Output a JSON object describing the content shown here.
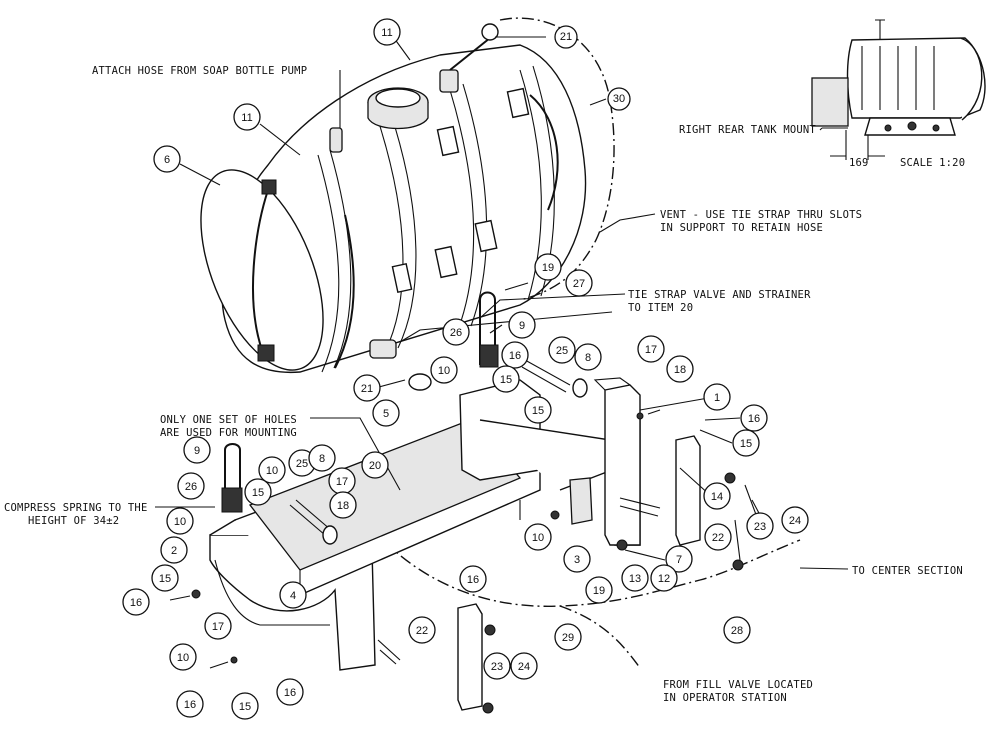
{
  "notes": {
    "soap_hose": "ATTACH HOSE FROM SOAP BOTTLE PUMP",
    "vent_1": "VENT - USE TIE STRAP THRU SLOTS",
    "vent_2": "IN SUPPORT TO RETAIN HOSE",
    "tie_strap_1": "TIE STRAP VALVE AND STRAINER",
    "tie_strap_2": "TO ITEM 20",
    "holes_1": "ONLY ONE SET OF HOLES",
    "holes_2": "ARE USED FOR MOUNTING",
    "compress_1": "COMPRESS SPRING TO THE",
    "compress_2": "HEIGHT OF 34±2",
    "center_section": "TO CENTER SECTION",
    "fill_valve_1": "FROM FILL VALVE LOCATED",
    "fill_valve_2": "IN OPERATOR STATION"
  },
  "inset": {
    "mount_label": "RIGHT REAR TANK MOUNT",
    "dimension": "169",
    "scale": "SCALE  1:20"
  },
  "callouts": [
    "1",
    "2",
    "3",
    "4",
    "5",
    "6",
    "7",
    "8",
    "9",
    "10",
    "11",
    "12",
    "13",
    "14",
    "15",
    "16",
    "17",
    "18",
    "19",
    "20",
    "21",
    "22",
    "23",
    "24",
    "25",
    "26",
    "27",
    "28",
    "29",
    "30"
  ],
  "balloons": [
    {
      "label": "11"
    },
    {
      "label": "21"
    },
    {
      "label": "30"
    },
    {
      "label": "11"
    },
    {
      "label": "6"
    },
    {
      "label": "19"
    },
    {
      "label": "27"
    },
    {
      "label": "9"
    },
    {
      "label": "26"
    },
    {
      "label": "25"
    },
    {
      "label": "16"
    },
    {
      "label": "8"
    },
    {
      "label": "17"
    },
    {
      "label": "18"
    },
    {
      "label": "10"
    },
    {
      "label": "15"
    },
    {
      "label": "21"
    },
    {
      "label": "1"
    },
    {
      "label": "16"
    },
    {
      "label": "15"
    },
    {
      "label": "15"
    },
    {
      "label": "5"
    },
    {
      "label": "9"
    },
    {
      "label": "10"
    },
    {
      "label": "25"
    },
    {
      "label": "8"
    },
    {
      "label": "20"
    },
    {
      "label": "17"
    },
    {
      "label": "26"
    },
    {
      "label": "15"
    },
    {
      "label": "10"
    },
    {
      "label": "18"
    },
    {
      "label": "14"
    },
    {
      "label": "2"
    },
    {
      "label": "15"
    },
    {
      "label": "10"
    },
    {
      "label": "22"
    },
    {
      "label": "23"
    },
    {
      "label": "24"
    },
    {
      "label": "7"
    },
    {
      "label": "3"
    },
    {
      "label": "19"
    },
    {
      "label": "13"
    },
    {
      "label": "12"
    },
    {
      "label": "16"
    },
    {
      "label": "16"
    },
    {
      "label": "4"
    },
    {
      "label": "28"
    },
    {
      "label": "29"
    },
    {
      "label": "10"
    },
    {
      "label": "17"
    },
    {
      "label": "22"
    },
    {
      "label": "23"
    },
    {
      "label": "24"
    },
    {
      "label": "16"
    },
    {
      "label": "15"
    },
    {
      "label": "16"
    }
  ]
}
